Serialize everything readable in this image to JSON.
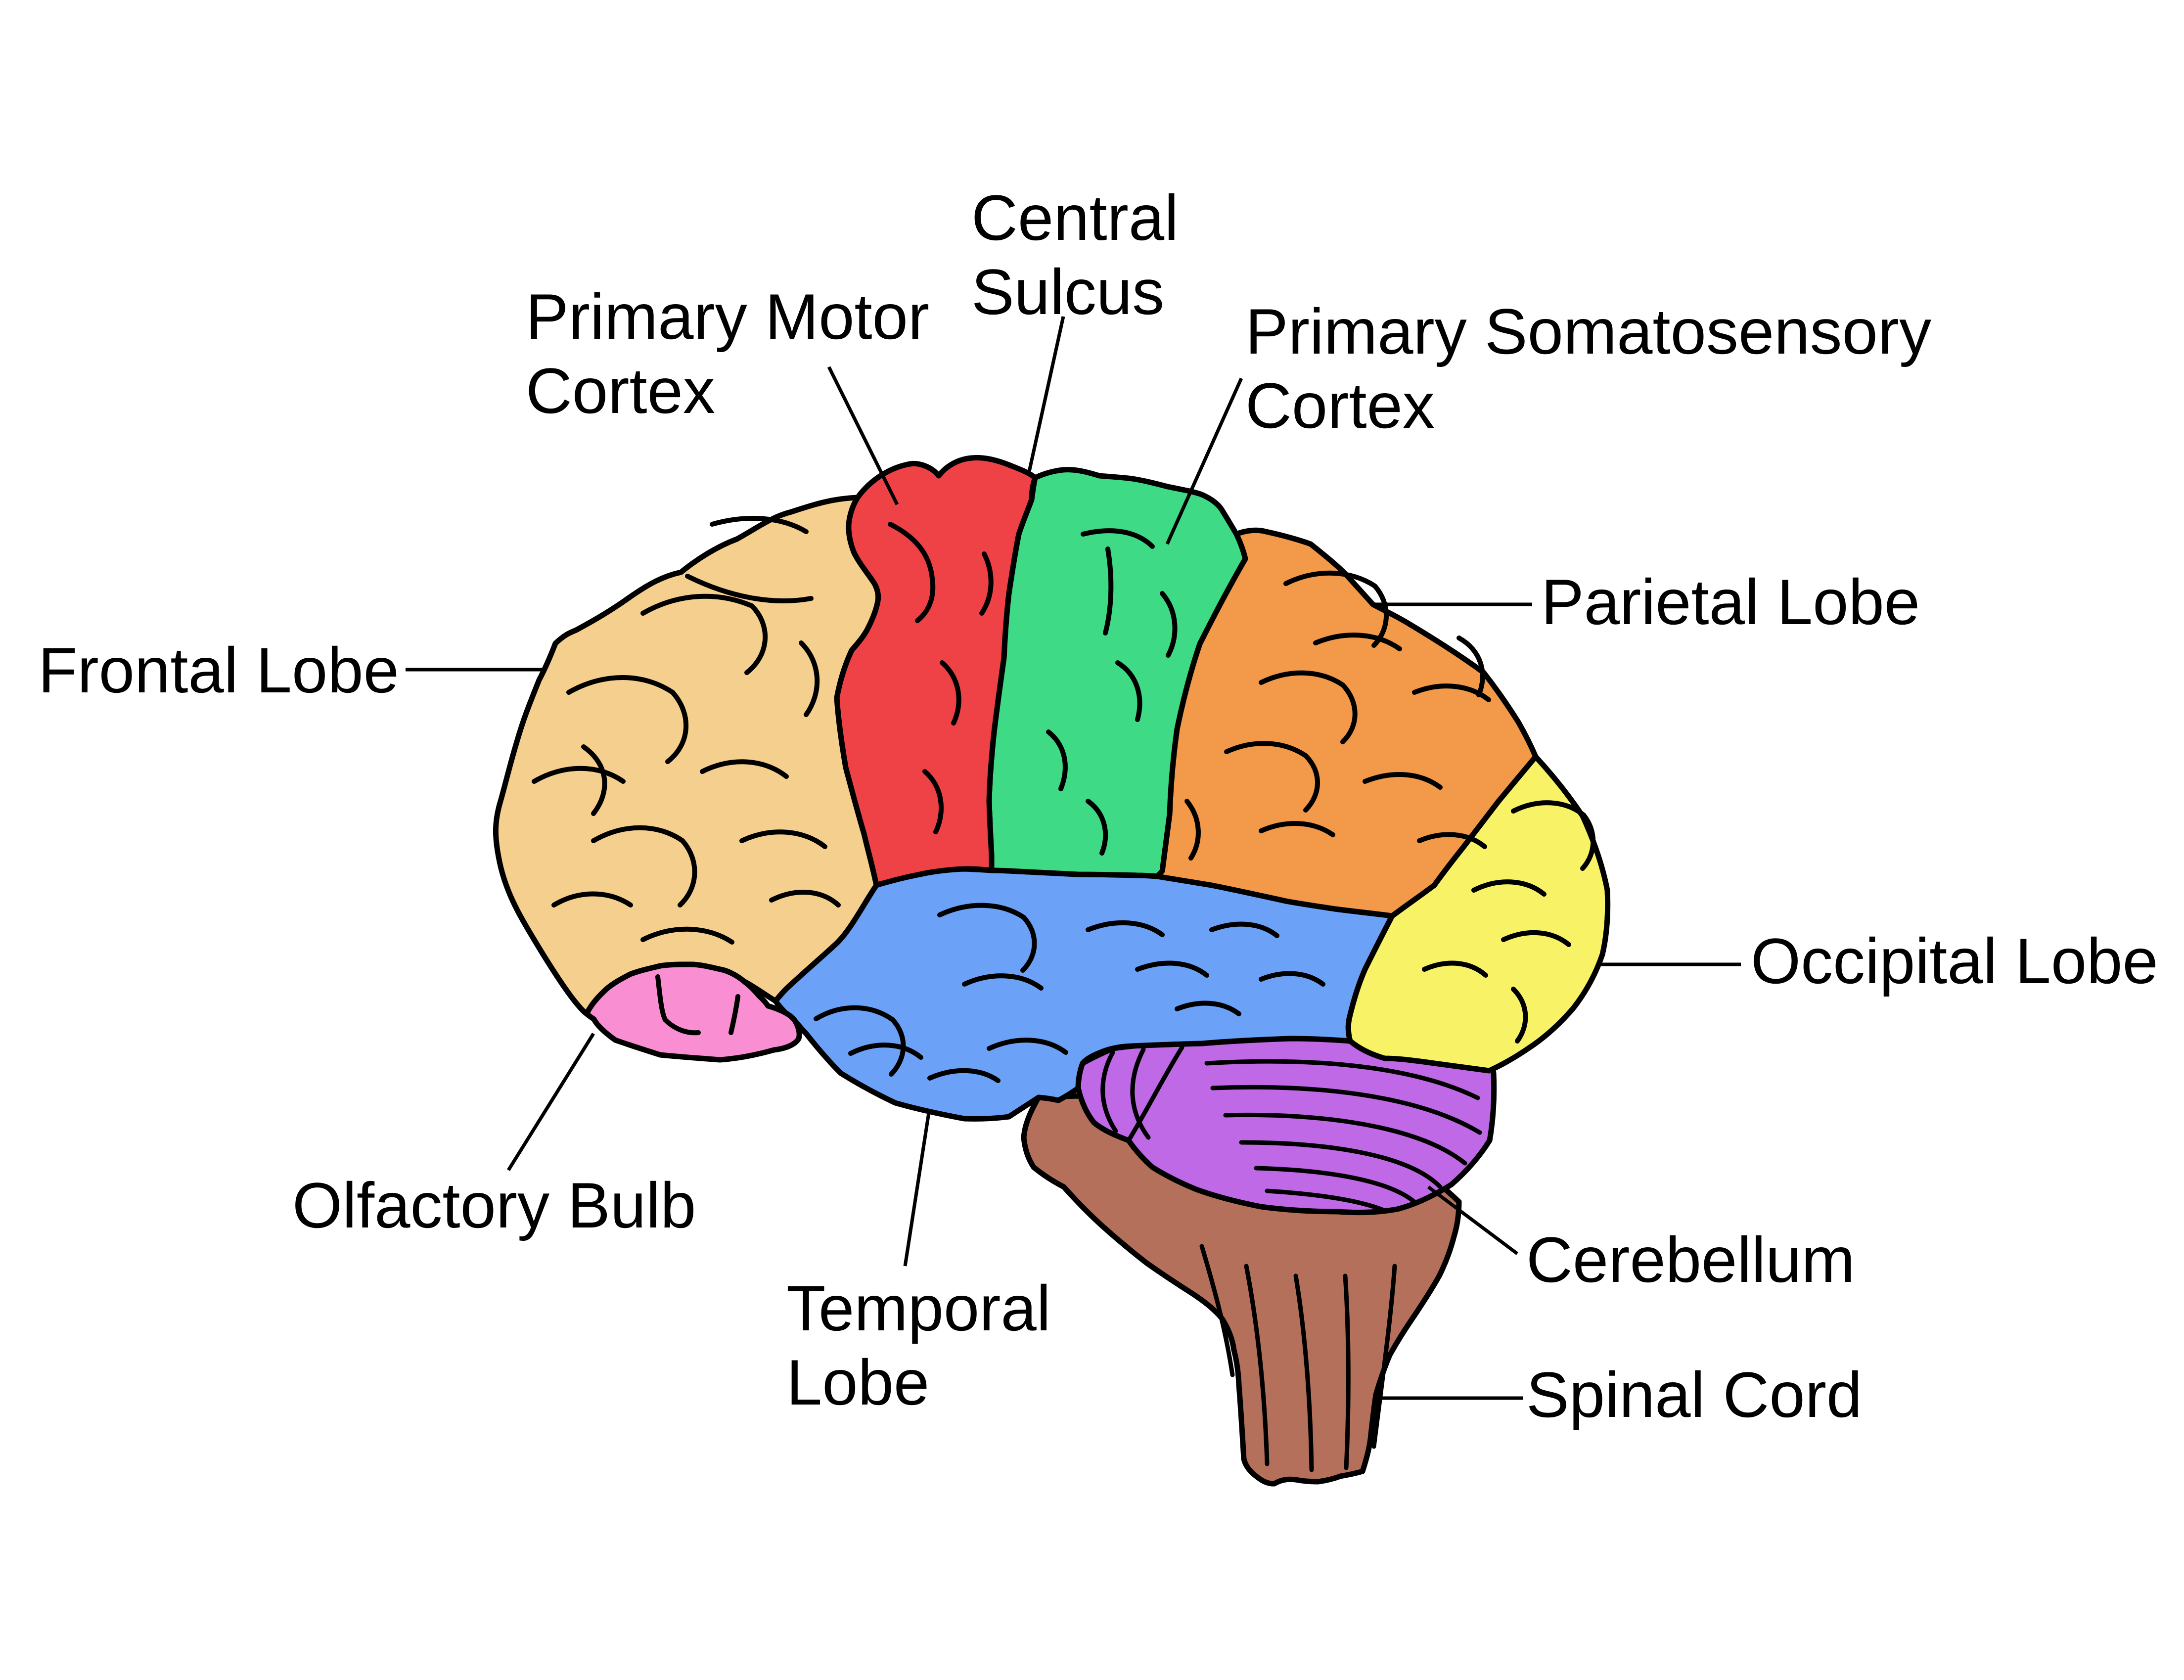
{
  "diagram": {
    "subject": "Human brain, lateral (side) view, color-coded anatomical regions",
    "background": "#FFFFFF",
    "outline_color": "#000000",
    "text_color": "#000000"
  },
  "regions": {
    "frontal": {
      "line1": "Frontal Lobe",
      "color": "#F5CF8D"
    },
    "motor": {
      "line1": "Primary Motor",
      "line2": "Cortex",
      "color": "#EE4247"
    },
    "central_sulcus": {
      "line1": "Central",
      "line2": "Sulcus"
    },
    "somatosensory": {
      "line1": "Primary Somatosensory",
      "line2": "Cortex",
      "color": "#3EDA85"
    },
    "parietal": {
      "line1": "Parietal Lobe",
      "color": "#F2994A"
    },
    "occipital": {
      "line1": "Occipital Lobe",
      "color": "#F7F266"
    },
    "temporal": {
      "line1": "Temporal",
      "line2": "Lobe",
      "color": "#6BA1F7"
    },
    "olfactory": {
      "line1": "Olfactory Bulb",
      "color": "#F98FD2"
    },
    "cerebellum": {
      "line1": "Cerebellum",
      "color": "#BF69E6"
    },
    "spinal": {
      "line1": "Spinal Cord",
      "color": "#B5705C"
    }
  }
}
